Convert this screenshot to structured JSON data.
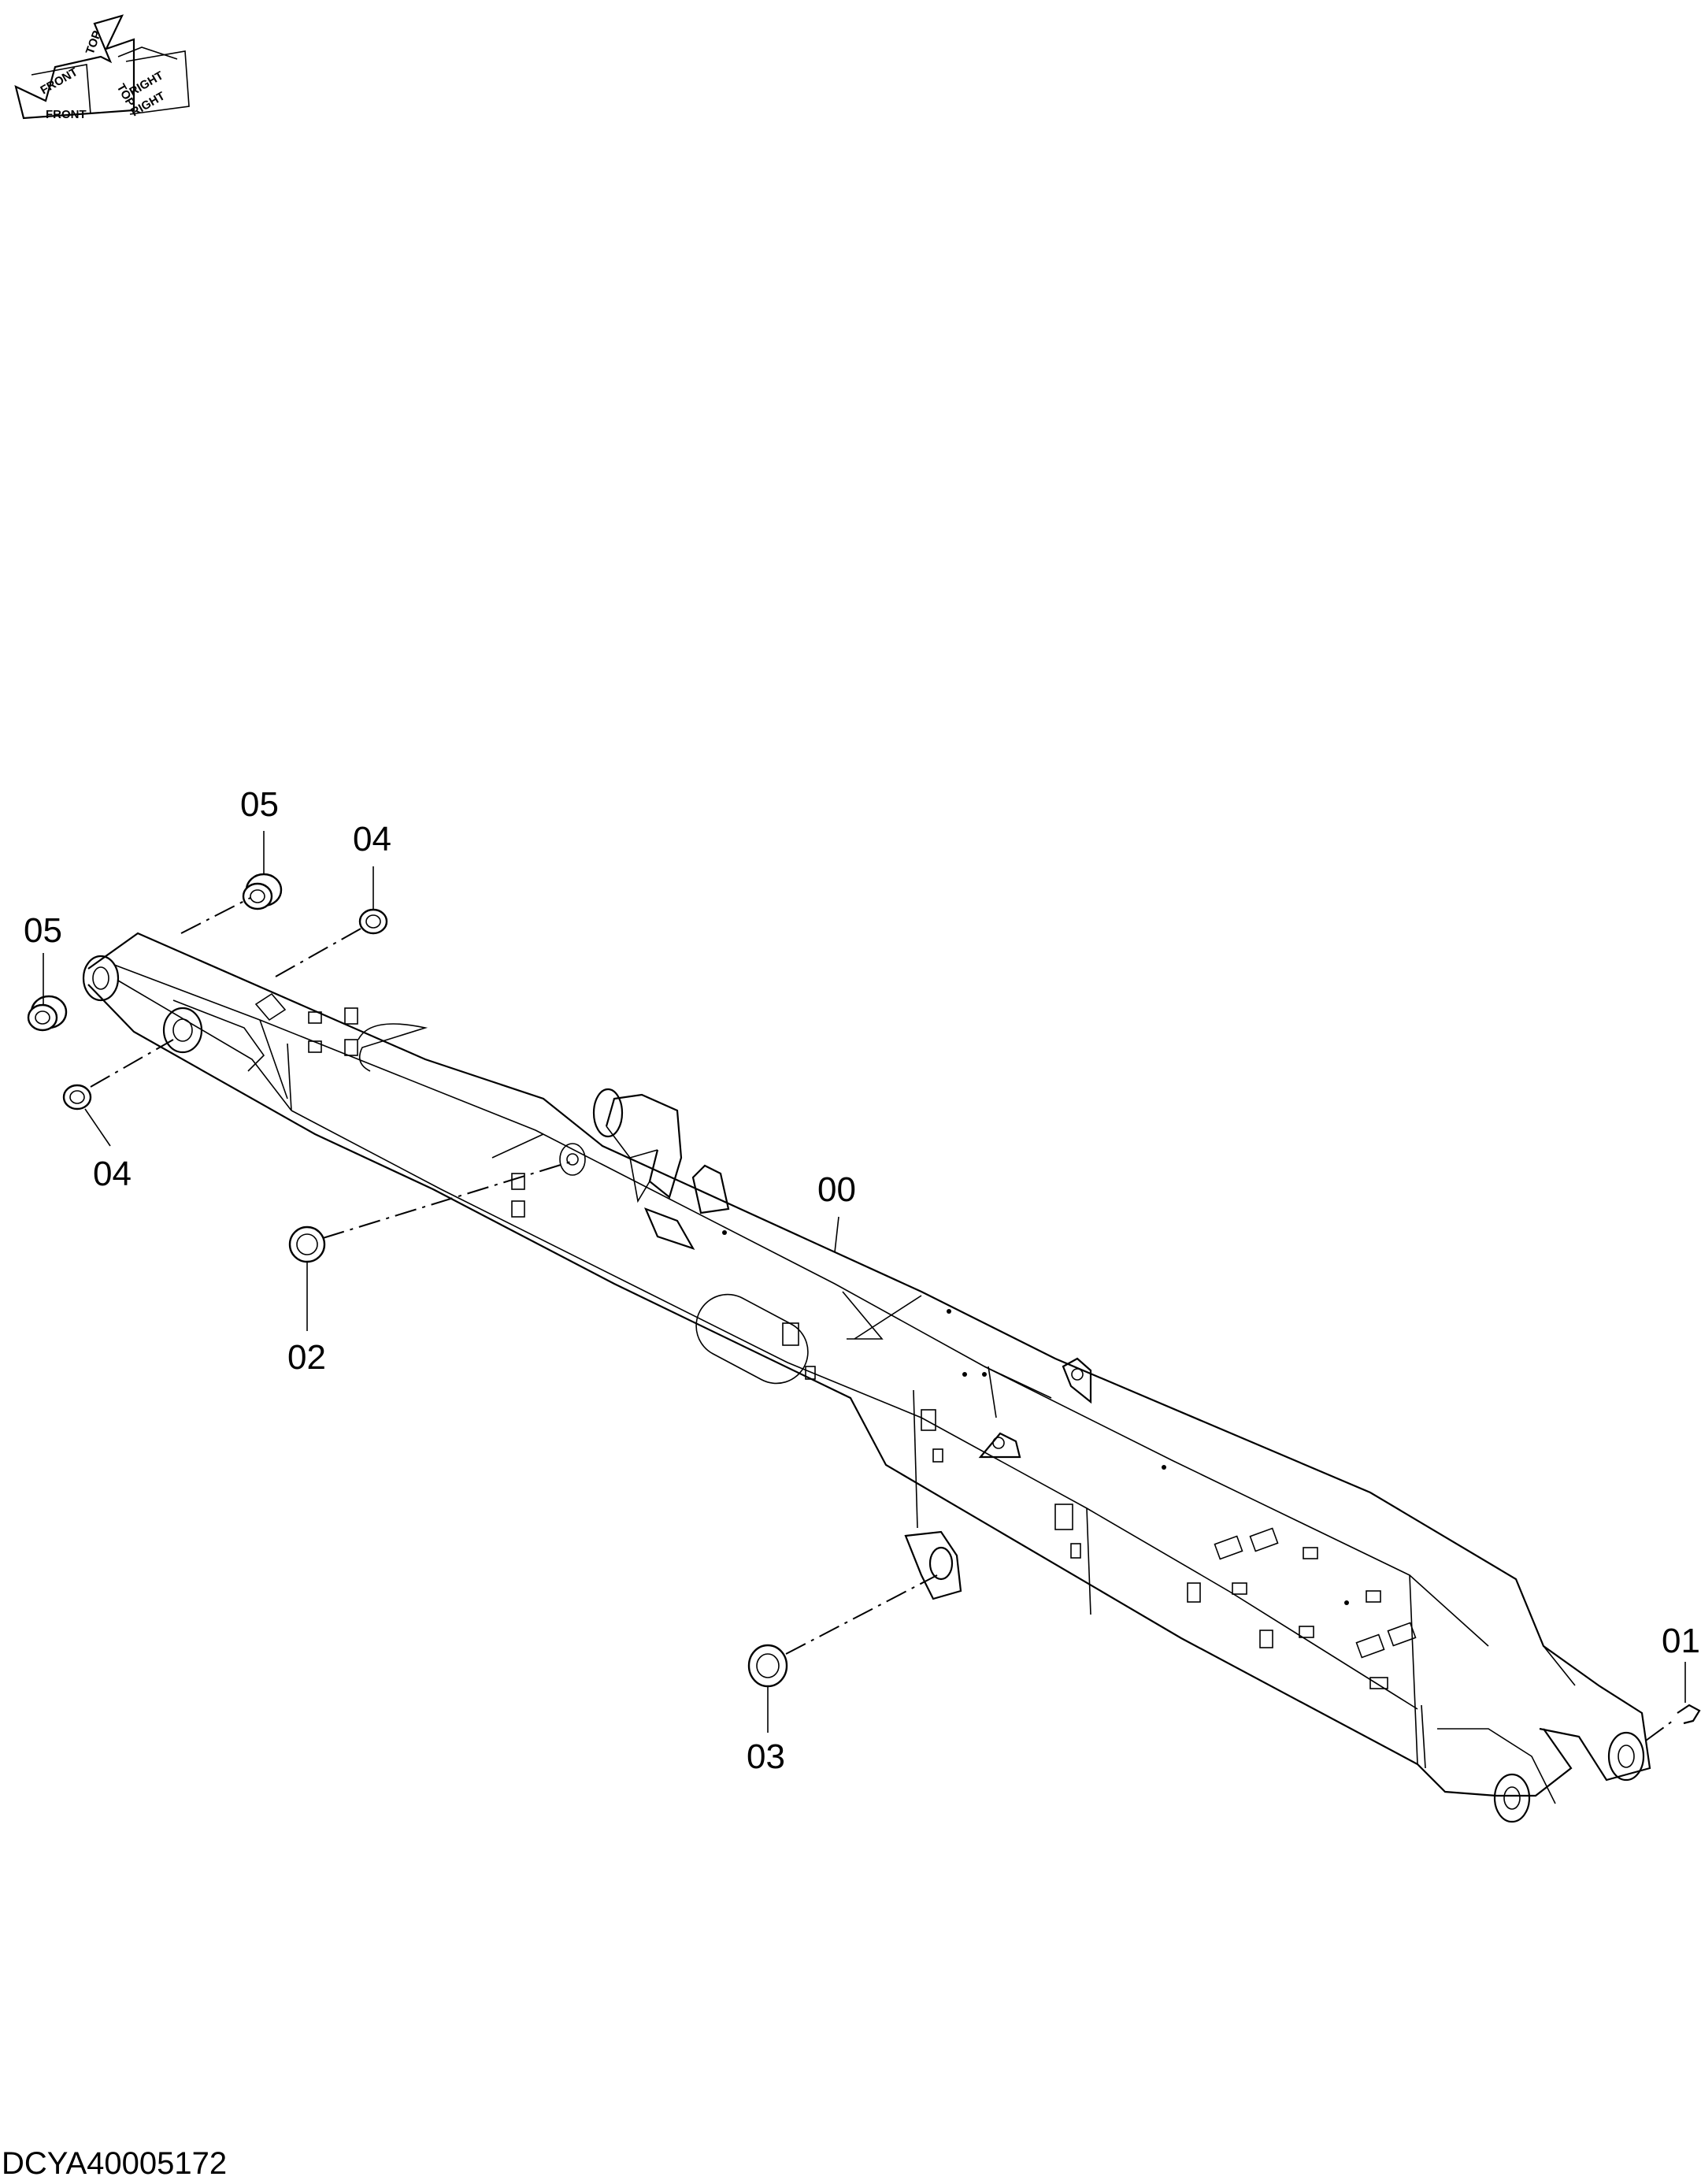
{
  "orientation": {
    "top": "TOP",
    "front": "FRONT",
    "right": "RIGHT",
    "front_mirror": "FRONT",
    "right_mirror": "RIGHT"
  },
  "callouts": {
    "c00": "00",
    "c01": "01",
    "c02": "02",
    "c03": "03",
    "c04a": "04",
    "c04b": "04",
    "c05a": "05",
    "c05b": "05"
  },
  "drawing_code": "DCYA40005172"
}
